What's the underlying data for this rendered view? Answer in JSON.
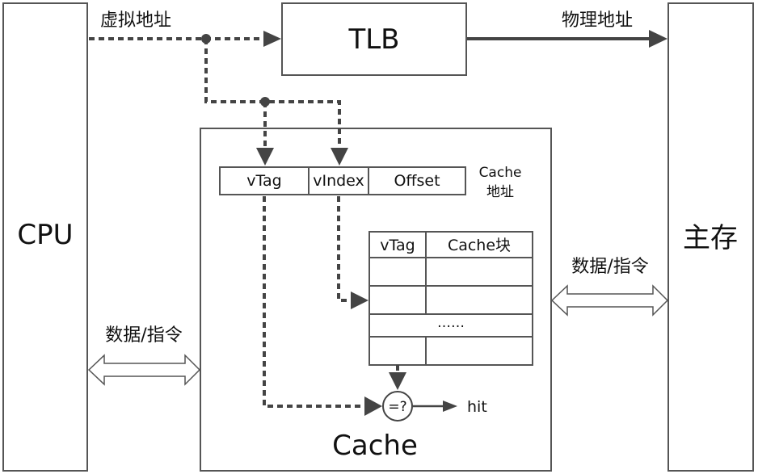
{
  "diagram": {
    "title": "CPU - TLB - Cache - Main Memory (VIVT cache lookup)",
    "colors": {
      "stroke": "#555555",
      "arrow": "#444444",
      "text": "#111111",
      "background": "#ffffff"
    },
    "cpu": {
      "label": "CPU"
    },
    "main_memory": {
      "label": "主存"
    },
    "tlb": {
      "label": "TLB"
    },
    "cache": {
      "label": "Cache"
    },
    "edges": {
      "virtual_address": "虚拟地址",
      "physical_address": "物理地址",
      "cpu_cache_data": "数据/指令",
      "cache_memory_data": "数据/指令"
    },
    "cache_address": {
      "label_line1": "Cache",
      "label_line2": "地址",
      "fields": [
        "vTag",
        "vIndex",
        "Offset"
      ]
    },
    "cache_table": {
      "headers": [
        "vTag",
        "Cache块"
      ],
      "ellipsis": "……"
    },
    "comparator": {
      "label": "=?",
      "output": "hit"
    }
  }
}
